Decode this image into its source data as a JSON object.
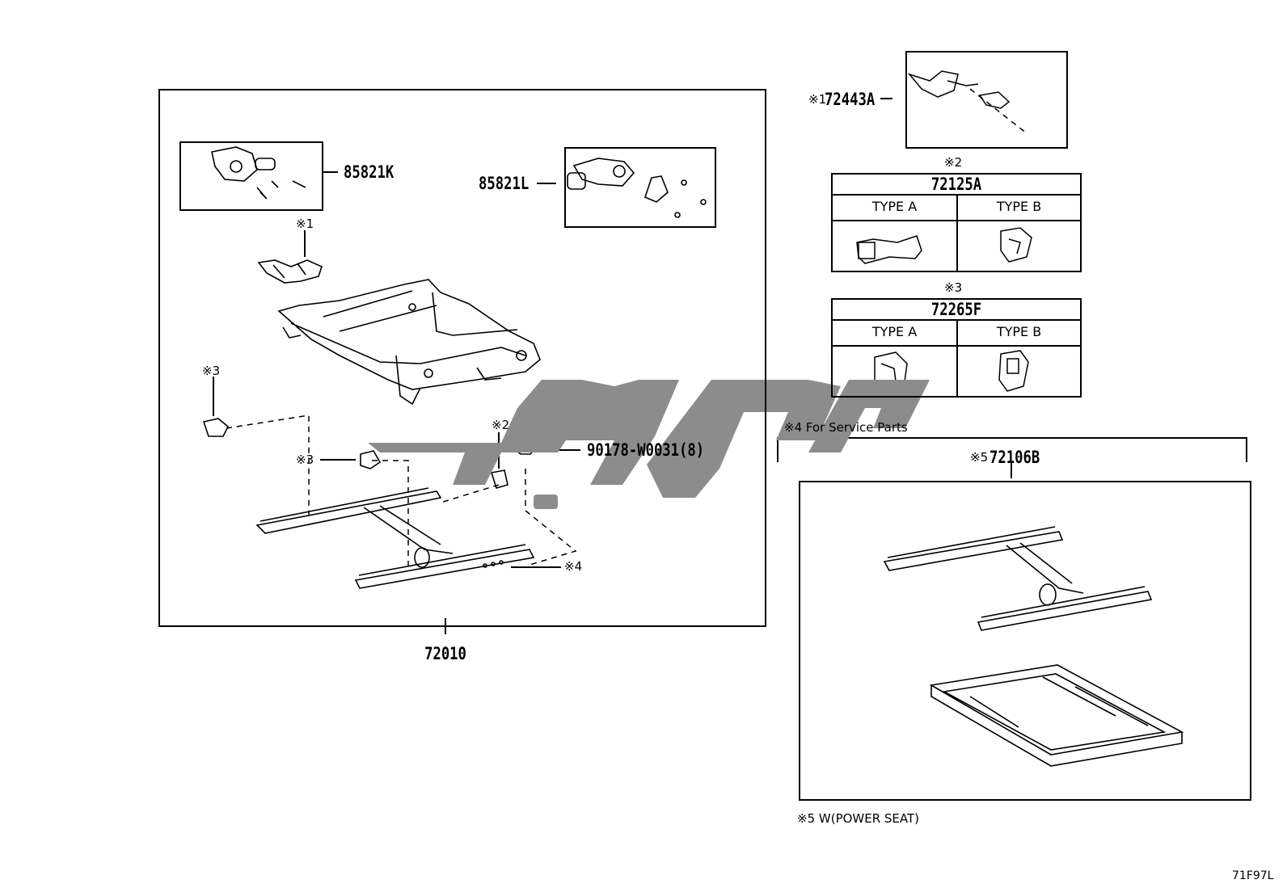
{
  "main_assembly": {
    "part_number": "72010",
    "callouts": {
      "motor_k": "85821K",
      "motor_l": "85821L",
      "nut": "90178-W0031(8)",
      "ref1": "※1",
      "ref2": "※2",
      "ref3a": "※3",
      "ref3b": "※3",
      "ref4": "※4"
    }
  },
  "harness": {
    "ref": "※1",
    "part_number": "72443A"
  },
  "table_72125A": {
    "ref": "※2",
    "part_number": "72125A",
    "col_a": "TYPE A",
    "col_b": "TYPE B"
  },
  "table_72265F": {
    "ref": "※3",
    "part_number": "72265F",
    "col_a": "TYPE A",
    "col_b": "TYPE B"
  },
  "service": {
    "note": "※4 For Service Parts",
    "ref": "※5",
    "part_number": "72106B",
    "footnote": "※5 W(POWER SEAT)"
  },
  "diagram_code": "71F97L",
  "watermark": {
    "color": "#8c8c8c"
  }
}
